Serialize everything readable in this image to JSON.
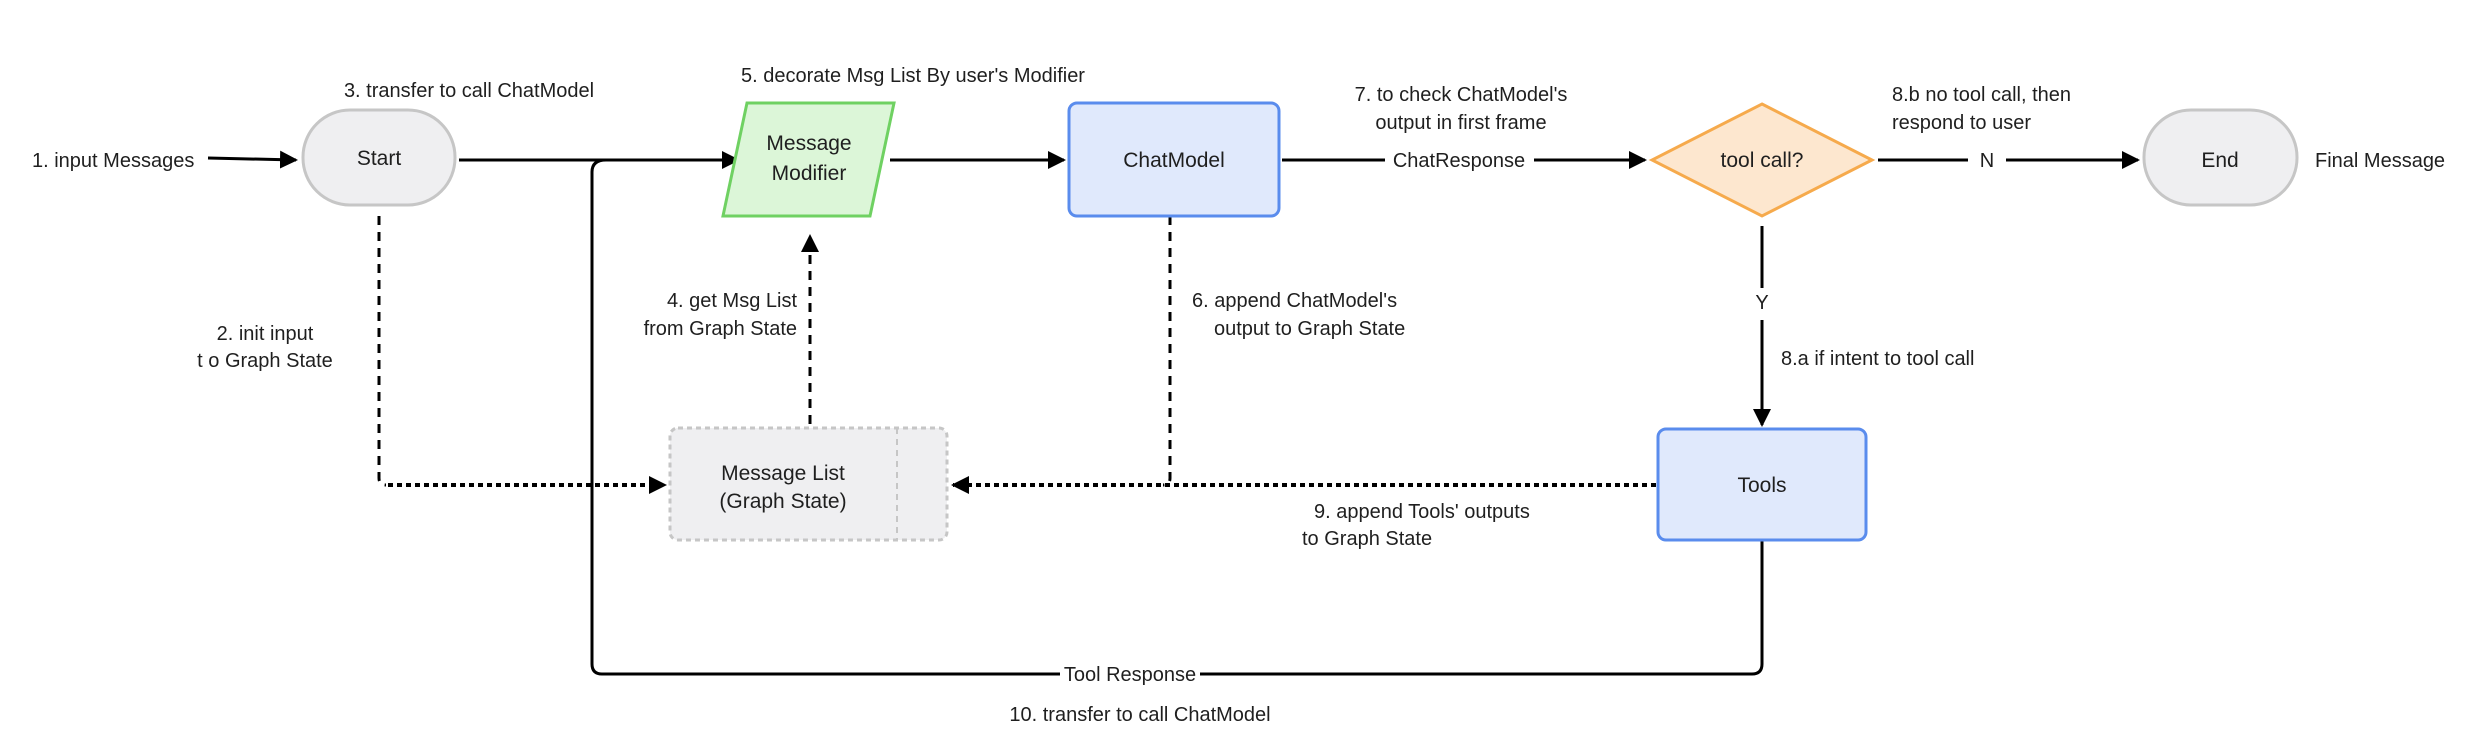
{
  "nodes": {
    "start": "Start",
    "message_modifier": [
      "Message",
      "Modifier"
    ],
    "chat_model": "ChatModel",
    "tool_call": "tool call?",
    "end": "End",
    "tools": "Tools",
    "message_list": [
      "Message List",
      "(Graph State)"
    ]
  },
  "labels": {
    "input_messages": "1. input Messages",
    "init_input": [
      "2. init input",
      "t o Graph State"
    ],
    "transfer_call": "3. transfer to call ChatModel",
    "get_msg_list": [
      "4. get Msg List",
      "from Graph State"
    ],
    "decorate": "5. decorate Msg List By user's Modifier",
    "append_chatmodel": [
      "6. append ChatModel's",
      "output to Graph State"
    ],
    "check_output": [
      "7. to check ChatModel's",
      "output in first frame"
    ],
    "chat_response": "ChatResponse",
    "intent_tool_call": "8.a if intent to tool  call",
    "no_tool_call": [
      "8.b no tool call, then",
      "respond to user"
    ],
    "append_tools": [
      "9. append Tools' outputs",
      "to Graph State"
    ],
    "transfer_call_2": "10. transfer to  call ChatModel",
    "tool_response": "Tool Response",
    "yes": "Y",
    "no": "N",
    "final_message": "Final Message"
  },
  "colors": {
    "modifier_fill": "#dcf6d8",
    "modifier_stroke": "#6fd162",
    "model_fill": "#e0e9fc",
    "model_stroke": "#5a8ced",
    "decision_fill": "#fde7cf",
    "decision_stroke": "#f6aa4c",
    "terminal_fill": "#efeff1",
    "terminal_stroke": "#c6c6c6"
  }
}
